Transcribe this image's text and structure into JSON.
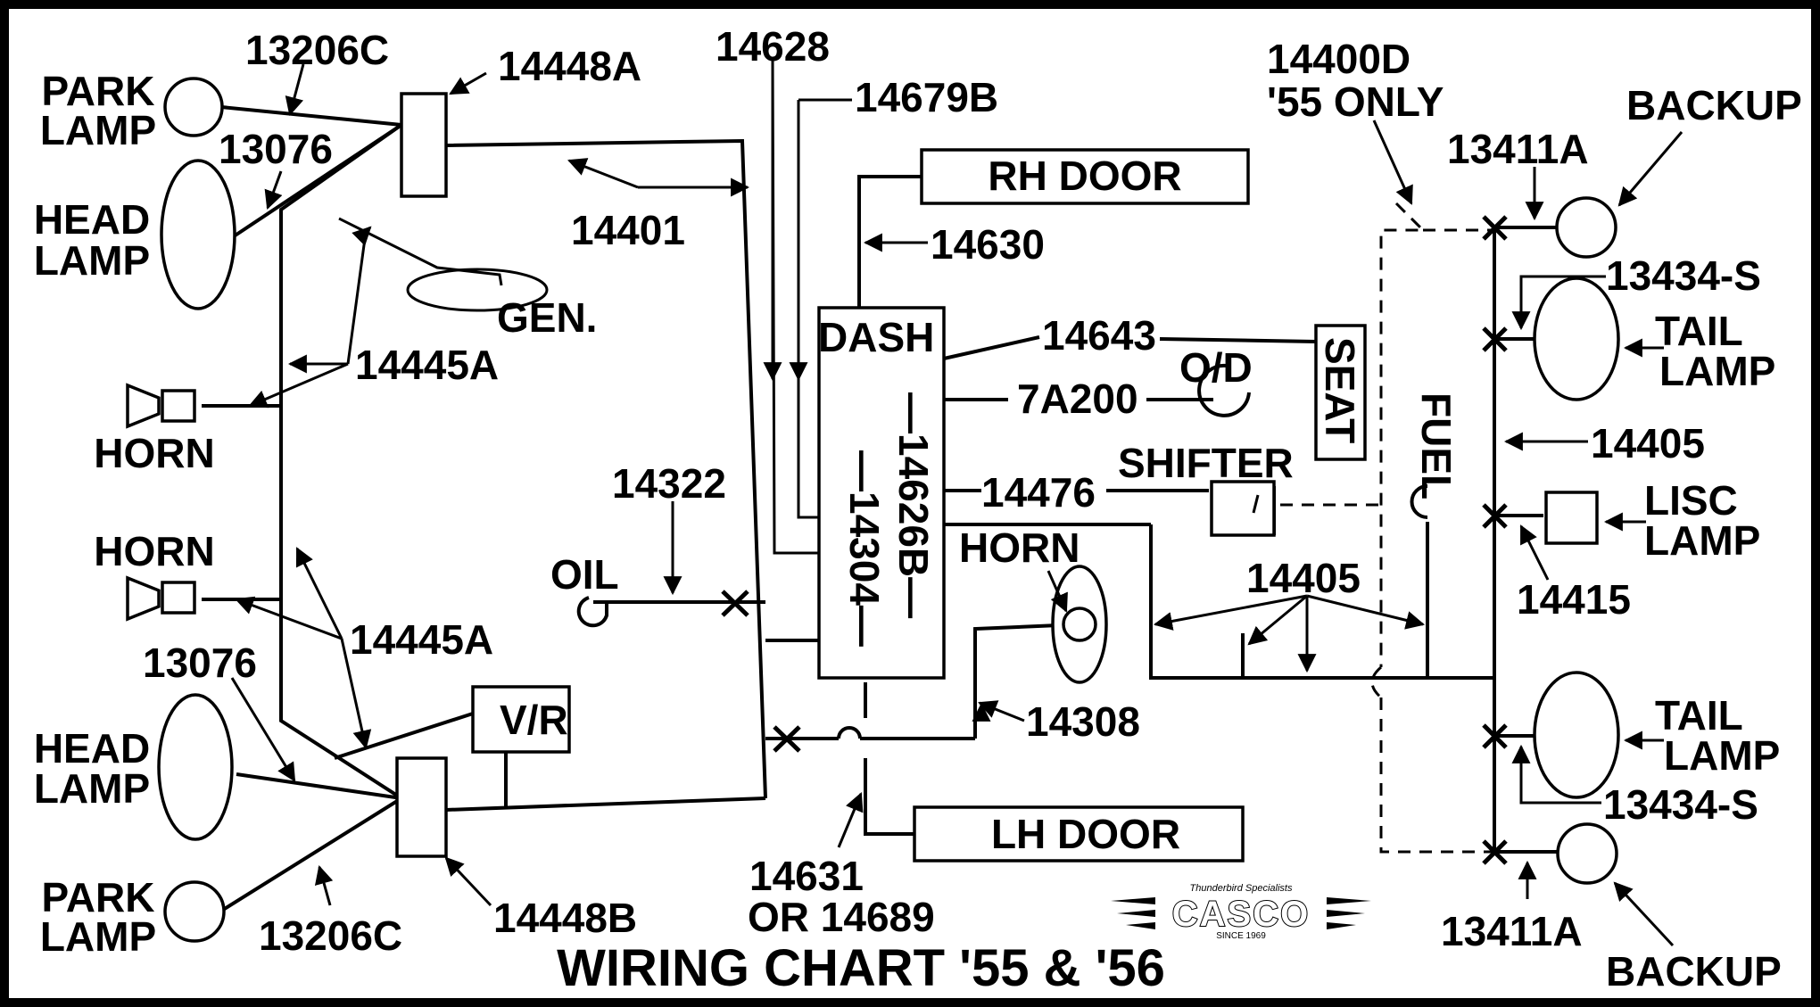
{
  "title": "WIRING CHART '55 & '56",
  "logo": {
    "tagline": "Thunderbird Specialists",
    "brand": "CASCO",
    "since": "SINCE 1969"
  },
  "components": {
    "park_lamp_top": "PARK\nLAMP",
    "head_lamp_top": "HEAD\nLAMP",
    "horn_top": "HORN",
    "horn_bottom": "HORN",
    "head_lamp_bottom": "HEAD\nLAMP",
    "park_lamp_bottom": "PARK\nLAMP",
    "gen": "GEN.",
    "oil": "OIL",
    "vr": "V/R",
    "rh_door": "RH DOOR",
    "lh_door": "LH DOOR",
    "dash": "DASH",
    "horn_center": "HORN",
    "od": "O/D",
    "seat": "SEAT",
    "shifter": "SHIFTER",
    "fuel": "FUEL",
    "backup_top": "BACKUP",
    "tail_lamp_top": "TAIL\nLAMP",
    "lisc_lamp": "LISC\nLAMP",
    "tail_lamp_bottom": "TAIL\nLAMP",
    "backup_bottom": "BACKUP"
  },
  "part_numbers": {
    "p13206c_top": "13206C",
    "p14448a": "14448A",
    "p13076_top": "13076",
    "p14401": "14401",
    "p14445a_top": "14445A",
    "p14445a_bottom": "14445A",
    "p13076_bottom": "13076",
    "p13206c_bottom": "13206C",
    "p14448b": "14448B",
    "p14628": "14628",
    "p14679b": "14679B",
    "p14630": "14630",
    "p14322": "14322",
    "p14626b": "—14626B—",
    "p14304": "—14304—",
    "p14643": "14643",
    "p7a200": "7A200",
    "p14476": "14476",
    "p14405_center": "14405",
    "p14308": "14308",
    "p14631": "14631",
    "p14689": "OR 14689",
    "p14400d": "14400D",
    "p55only": "'55 ONLY",
    "p13411a_top": "13411A",
    "p13434s_top": "13434-S",
    "p14405_right": "14405",
    "p14415": "14415",
    "p13434s_bottom": "13434-S",
    "p13411a_bottom": "13411A"
  }
}
